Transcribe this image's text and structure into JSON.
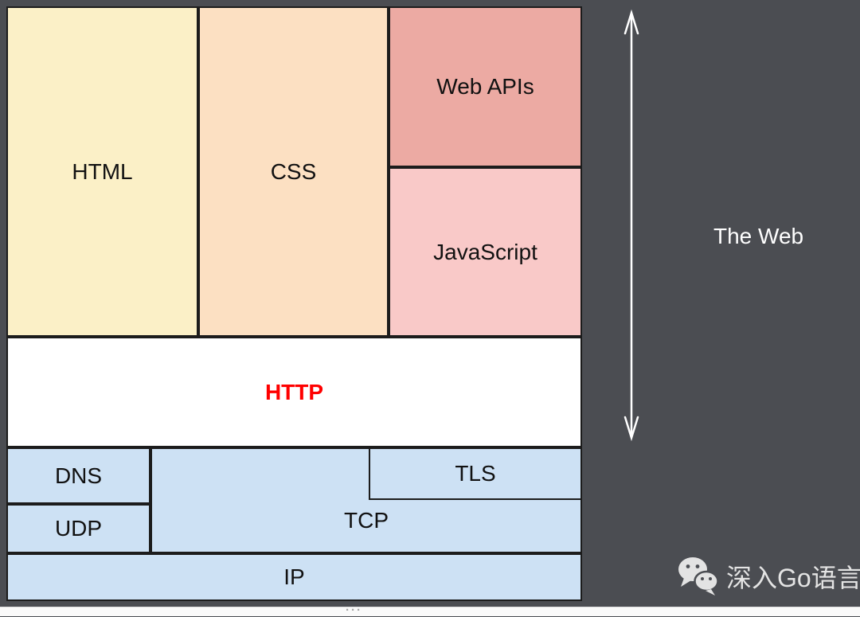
{
  "background_color": "#4b4d52",
  "diagram": {
    "border_color": "#1c1c1c",
    "blocks": {
      "html": {
        "label": "HTML",
        "color": "#fbf0c7"
      },
      "css": {
        "label": "CSS",
        "color": "#fce0c2"
      },
      "web_apis": {
        "label": "Web APIs",
        "color": "#ecaaa3"
      },
      "javascript": {
        "label": "JavaScript",
        "color": "#f9c9c8"
      },
      "http": {
        "label": "HTTP",
        "color": "#ffffff",
        "label_color": "#ff0000"
      },
      "dns": {
        "label": "DNS",
        "color": "#cde1f4"
      },
      "tls": {
        "label": "TLS",
        "color": "#cde1f4"
      },
      "udp": {
        "label": "UDP",
        "color": "#cde1f4"
      },
      "tcp": {
        "label": "TCP",
        "color": "#cde1f4"
      },
      "ip": {
        "label": "IP",
        "color": "#cde1f4"
      }
    }
  },
  "annotation": {
    "label": "The Web",
    "color": "#ffffff"
  },
  "watermark": {
    "text": "深入Go语言",
    "icon": "wechat-icon",
    "color": "#e4e4e4"
  },
  "footer": {
    "ellipsis": "···"
  }
}
